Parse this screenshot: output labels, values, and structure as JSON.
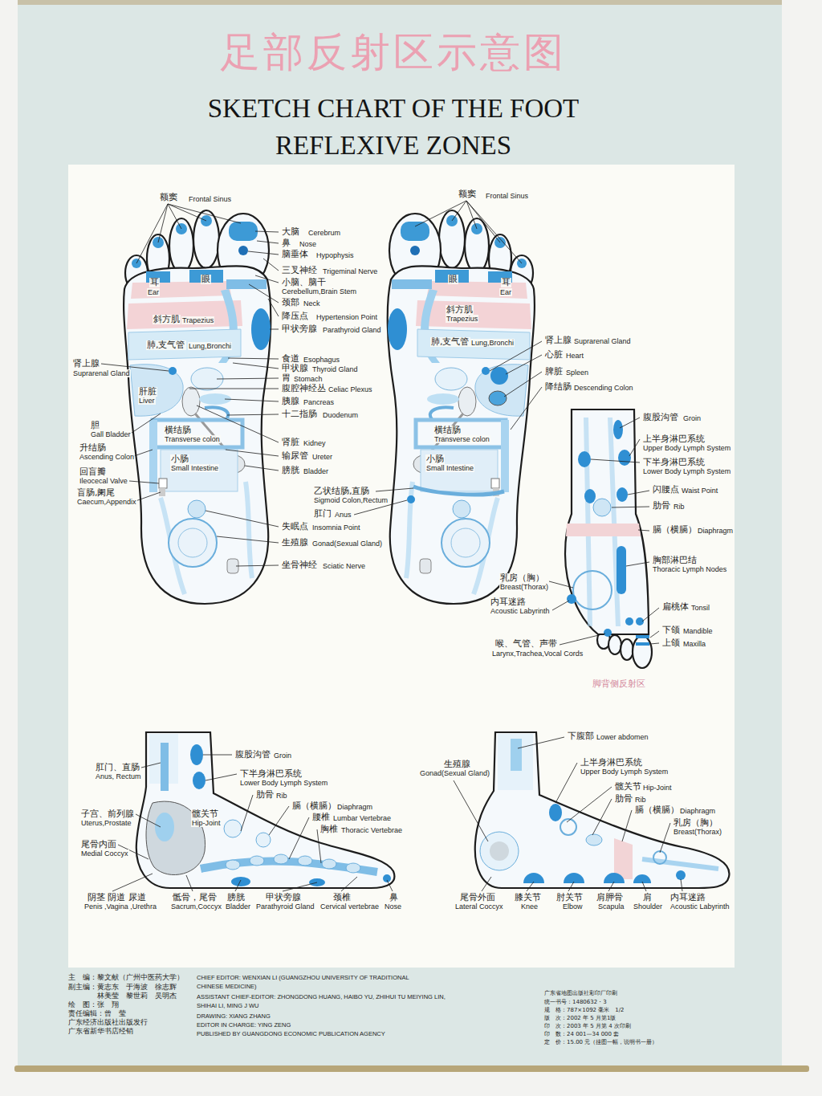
{
  "diagram": {
    "title": "SKETCH CHART OF THE FOOT REFLEXIVE ZONES",
    "labels": [
      "足部反射区示意图",
      "额窦",
      "Frontal Sinus",
      "大脑",
      "Cerebrum",
      "鼻",
      "Nose",
      "脑垂体",
      "Hypophysis",
      "三叉神经",
      "Trigeminal Nerve",
      "小脑、脑干",
      "Cerebellum,Brain Stem",
      "颈部",
      "Neck",
      "降压点",
      "Hypertension Point",
      "甲状旁腺",
      "Parathyroid Gland",
      "耳",
      "Ear",
      "眼",
      "斜方肌",
      "Trapezius",
      "肺,支气管",
      "Lung,Bronchi",
      "肾上腺",
      "Suprarenal Gland",
      "肝脏",
      "Liver",
      "食道",
      "Esophagus",
      "甲状腺",
      "Thyroid Gland",
      "胃",
      "Stomach",
      "腹腔神经丛",
      "Celiac Plexus",
      "胰腺",
      "Pancreas",
      "十二指肠",
      "Duodenum",
      "胆",
      "Gall Bladder",
      "横结肠",
      "Transverse colon",
      "升结肠",
      "Ascending Colon",
      "肾脏",
      "Kidney",
      "输尿管",
      "Ureter",
      "小肠",
      "Small Intestine",
      "膀胱",
      "Bladder",
      "回盲瓣",
      "Ileocecal Valve",
      "盲肠,阑尾",
      "Caecum,Appendix",
      "乙状结肠,直肠",
      "Sigmoid Colon,Rectum",
      "肛门",
      "Anus",
      "失眠点",
      "Insomnia Point",
      "生殖腺",
      "Gonad(Sexual Gland)",
      "坐骨神经",
      "Sciatic Nerve",
      "额窦",
      "Frontal Sinus",
      "眼",
      "耳",
      "Ear",
      "斜方肌",
      "Trapezius",
      "肺,支气管",
      "Lung,Bronchi",
      "肾上腺",
      "Suprarenal Gland",
      "心脏",
      "Heart",
      "脾脏",
      "Spleen",
      "降结肠",
      "Descending Colon",
      "横结肠",
      "Transverse colon",
      "小肠",
      "Small Intestine",
      "腹股沟管",
      "Groin",
      "上半身淋巴系统",
      "Upper Body Lymph System",
      "下半身淋巴系统",
      "Lower Body Lymph System",
      "闪腰点",
      "Waist Point",
      "肋骨",
      "Rib",
      "膈（横膈）",
      "Diaphragm",
      "胸部淋巴结",
      "Thoracic Lymph Nodes",
      "乳房（胸）",
      "Breast(Thorax)",
      "内耳迷路",
      "Acoustic Labyrinth",
      "扁桃体",
      "Tonsil",
      "下颌",
      "Mandible",
      "上颌",
      "Maxilla",
      "喉、气管、声带",
      "Larynx,Trachea,Vocal Cords",
      "脚背侧反射区",
      "腹股沟管",
      "Groin",
      "肛门、直肠",
      "Anus, Rectum",
      "下半身淋巴系统",
      "Lower Body Lymph System",
      "肋骨",
      "Rib",
      "膈（横膈）",
      "Diaphragm",
      "髋关节",
      "Hip-Joint",
      "子宫、前列腺",
      "Uterus,Prostate",
      "腰椎",
      "Lumbar Vertebrae",
      "胸椎",
      "Thoracic Vertebrae",
      "尾骨内面",
      "Medial Coccyx",
      "阴茎 阴道 尿道",
      "Penis ,Vagina ,Urethra",
      "骶骨，尾骨",
      "Sacrum,Coccyx",
      "膀胱",
      "Bladder",
      "甲状旁腺",
      "Parathyroid Gland",
      "颈椎",
      "Cervical vertebrae",
      "鼻",
      "Nose",
      "下腹部",
      "Lower abdomen",
      "生殖腺",
      "Gonad(Sexual Gland)",
      "上半身淋巴系统",
      "Upper Body Lymph System",
      "髋关节",
      "Hip-Joint",
      "肋骨",
      "Rib",
      "膈（横膈）",
      "Diaphragm",
      "乳房（胸）",
      "Breast(Thorax)",
      "尾骨外面",
      "Lateral Coccyx",
      "膝关节",
      "Knee",
      "肘关节",
      "Elbow",
      "肩胛骨",
      "Scapula",
      "肩",
      "Shoulder",
      "内耳迷路",
      "Acoustic Labyrinth",
      "主　编：黎文献（广州中医药大学）",
      "副主编：黄志东　于海波　徐志辉",
      "林美莹　黎世莉　吴明杰",
      "绘　图：张　翔",
      "责任编辑：曾　莹",
      "广东经济出版社出版发行",
      "广东省新华书店经销",
      "CHIEF EDITOR: WENXIAN LI (GUANGZHOU UNIVERSITY OF TRADITIONAL CHINESE MEDICINE)",
      "ASSISTANT CHIEF-EDITOR: ZHONGDONG HUANG, HAIBO YU, ZHIHUI TU MEIYING LIN, SHIHAI LI, MING J WU",
      "DRAWING: XIANG ZHANG",
      "EDITOR IN CHARGE: YING ZENG",
      "PUBLISHED BY GUANGDONG ECONOMIC PUBLICATION AGENCY",
      "广东省地图出版社彩印厂印刷",
      "统一书号：1480632・3",
      "规　格：787×1092 毫米　1/2",
      "版　次：2002 年 5 月第1版",
      "印　次：2003 年 5 月第 4 次印刷",
      "印　数：24 001—34 000 套",
      "定　价：15.00 元（挂图一幅，说明书一册）"
    ]
  }
}
